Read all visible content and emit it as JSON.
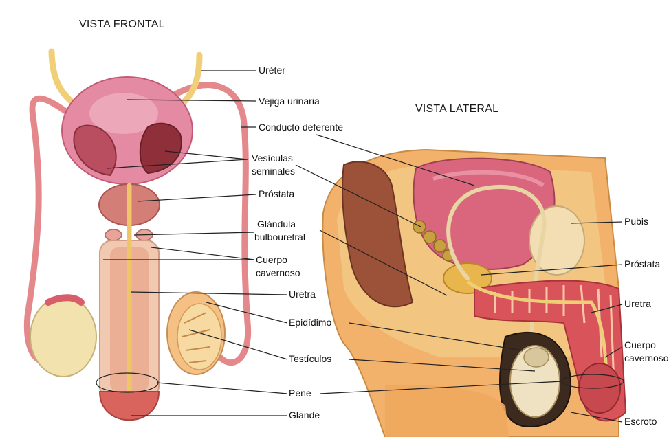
{
  "titles": {
    "frontal": "VISTA FRONTAL",
    "lateral": "VISTA LATERAL"
  },
  "labels": {
    "ureter": "Uréter",
    "vejiga": "Vejiga urinaria",
    "conducto": "Conducto deferente",
    "vesiculas_1": "Vesículas",
    "vesiculas_2": "seminales",
    "prostata": "Próstata",
    "glandula_1": "Glándula",
    "glandula_2": "bulbouretral",
    "cuerpo_1": "Cuerpo",
    "cuerpo_2": "cavernoso",
    "uretra": "Uretra",
    "epididimo": "Epidídimo",
    "testiculos": "Testículos",
    "pene": "Pene",
    "glande": "Glande"
  },
  "lateral_labels": {
    "pubis": "Pubis",
    "prostata": "Próstata",
    "uretra": "Uretra",
    "cuerpo_1": "Cuerpo",
    "cuerpo_2": "cavernoso",
    "escroto": "Escroto"
  },
  "colors": {
    "skin": "#f2b26b",
    "bladder": "#e07a96",
    "ureter": "#f0cf78",
    "vas": "#e5888c",
    "tissue": "#f1c9b0",
    "bone": "#f3ddb3"
  }
}
